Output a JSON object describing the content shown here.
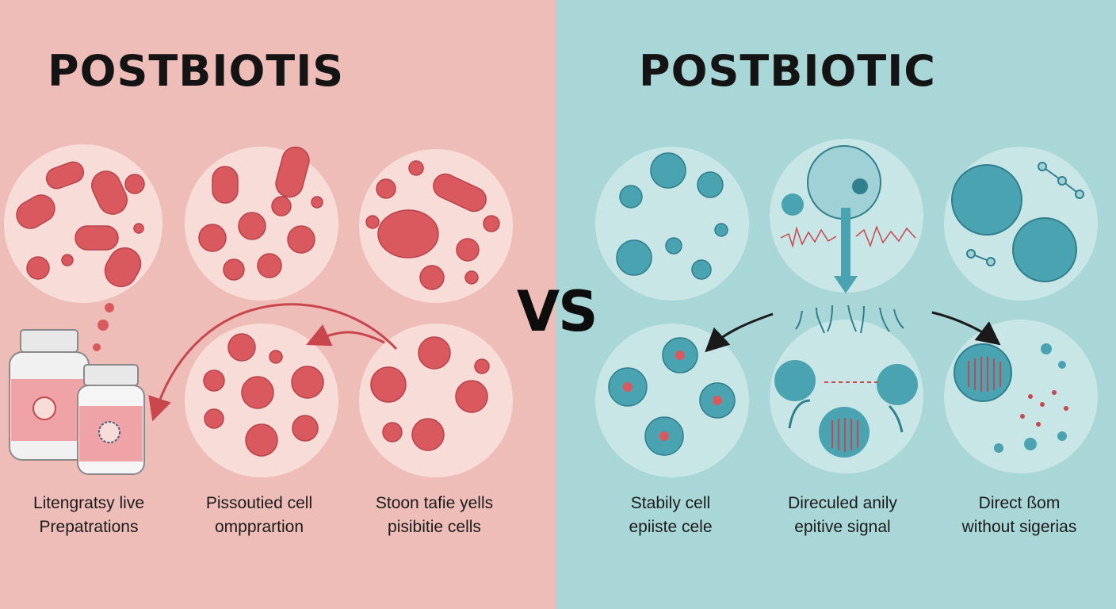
{
  "left": {
    "title": "POSTBIOTIS",
    "captions": [
      {
        "line1": "Litengratsy live",
        "line2": "Prepatrations"
      },
      {
        "line1": "Pissoutied cell",
        "line2": "ompprartion"
      },
      {
        "line1": "Stoon tafie yells",
        "line2": "pisibitie cells"
      }
    ],
    "colors": {
      "background": "#eebdb8",
      "circle": "#f7dcd8",
      "microbe": "#d9595f",
      "arrow": "#c9464c"
    }
  },
  "right": {
    "title": "POSTBIOTIC",
    "captions": [
      {
        "line1": "Stabily cell",
        "line2": "epiiste cele"
      },
      {
        "line1": "Direculed anily",
        "line2": "epitive signal"
      },
      {
        "line1": "Direct ßom",
        "line2": "without sigerias"
      }
    ],
    "colors": {
      "background": "#a9d6d6",
      "circle": "#c8e6e6",
      "cell": "#4aa3b0",
      "arrow": "#1a1a1a"
    }
  },
  "center": {
    "vs_label": "VS"
  },
  "icons": [
    "bacteria-icon",
    "supplement-bottle-icon",
    "cell-icon",
    "signal-wave-icon",
    "molecule-icon",
    "double-arrow-icon"
  ]
}
